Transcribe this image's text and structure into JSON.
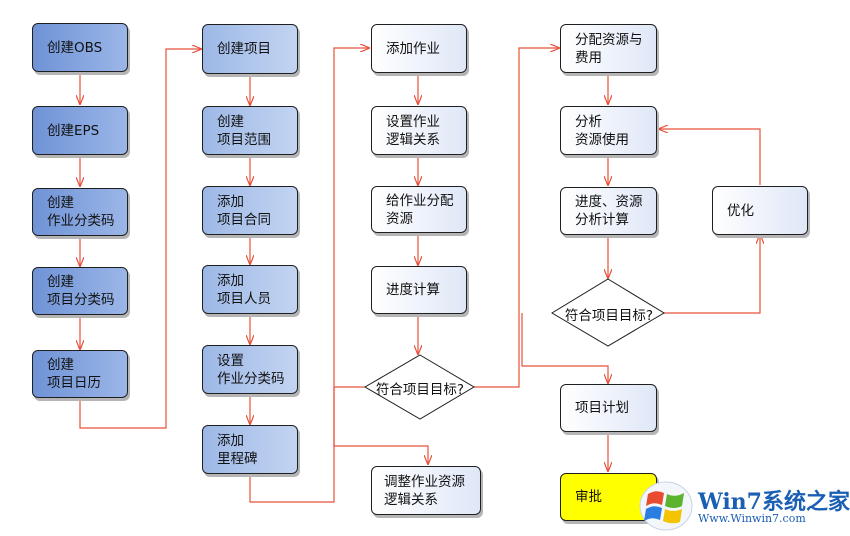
{
  "colors": {
    "line": "#e8503a",
    "col1_fill": "#7f9fdd",
    "col2_fill": "#adc4ec",
    "col3_fill": "#f5f7fd",
    "approve_fill": "#ffff00",
    "box_border": "#1f1f1f"
  },
  "col1": [
    {
      "label": "创建OBS"
    },
    {
      "label": "创建EPS"
    },
    {
      "label": "创建\n作业分类码"
    },
    {
      "label": "创建\n项目分类码"
    },
    {
      "label": "创建\n项目日历"
    }
  ],
  "col2": [
    {
      "label": "创建项目"
    },
    {
      "label": "创建\n项目范围"
    },
    {
      "label": "添加\n项目合同"
    },
    {
      "label": "添加\n项目人员"
    },
    {
      "label": "设置\n作业分类码"
    },
    {
      "label": "添加\n里程碑"
    }
  ],
  "col3": [
    {
      "label": "添加作业"
    },
    {
      "label": "设置作业\n逻辑关系"
    },
    {
      "label": "给作业分配\n资源"
    },
    {
      "label": "进度计算"
    },
    {
      "label": "调整作业资源\n逻辑关系"
    }
  ],
  "col3_decision": {
    "label": "符合项目目标?"
  },
  "col4": [
    {
      "label": "分配资源与\n费用"
    },
    {
      "label": "分析\n资源使用"
    },
    {
      "label": "进度、资源\n分析计算"
    },
    {
      "label": "项目计划"
    },
    {
      "label": "审批"
    }
  ],
  "col4_decision": {
    "label": "符合项目目标?"
  },
  "optimize": {
    "label": "优化"
  },
  "watermark": {
    "brand": "Win7系统之家",
    "url": "Www.Winwin7.com",
    "icon": "windows-flag-icon"
  }
}
